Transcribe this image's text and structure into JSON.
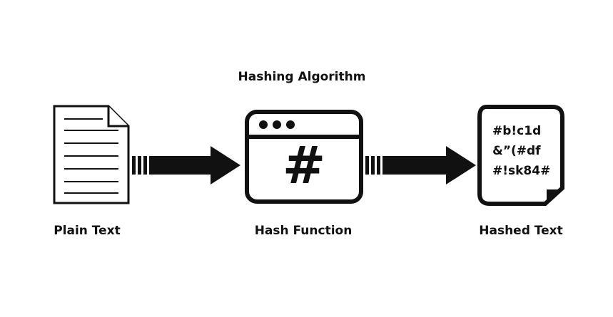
{
  "diagram": {
    "title": "Hashing Algorithm",
    "nodes": {
      "plain_text": {
        "label": "Plain Text",
        "icon": "document-icon"
      },
      "hash_function": {
        "label": "Hash Function",
        "icon": "browser-window-icon",
        "symbol": "#"
      },
      "hashed_text": {
        "label": "Hashed Text",
        "icon": "document-icon",
        "lines": [
          "#b!c1d",
          "&”(#df",
          "#!sk84#"
        ]
      }
    },
    "edges": [
      {
        "from": "plain_text",
        "to": "hash_function",
        "icon": "arrow-right-icon"
      },
      {
        "from": "hash_function",
        "to": "hashed_text",
        "icon": "arrow-right-icon"
      }
    ],
    "colors": {
      "stroke": "#111111",
      "background": "#ffffff"
    }
  }
}
